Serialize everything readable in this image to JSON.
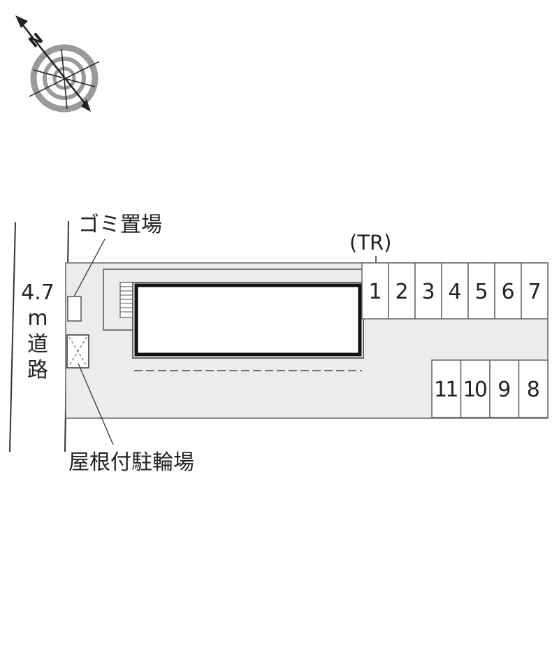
{
  "compass": {
    "north_label": "N",
    "icon": "compass-rose"
  },
  "road": {
    "width_label": "4.7",
    "unit_label": "m",
    "name_line1": "道",
    "name_line2": "路"
  },
  "labels": {
    "garbage": "ゴミ置場",
    "bike_parking": "屋根付駐輪場",
    "transformer": "(TR)"
  },
  "parking": {
    "top_row": [
      "1",
      "2",
      "3",
      "4",
      "5",
      "6",
      "7"
    ],
    "bottom_row": [
      "11",
      "10",
      "9",
      "8"
    ]
  },
  "colors": {
    "lot": "#ececec",
    "outline": "#555555",
    "building": "#444444",
    "compass_ring": "#999999"
  }
}
